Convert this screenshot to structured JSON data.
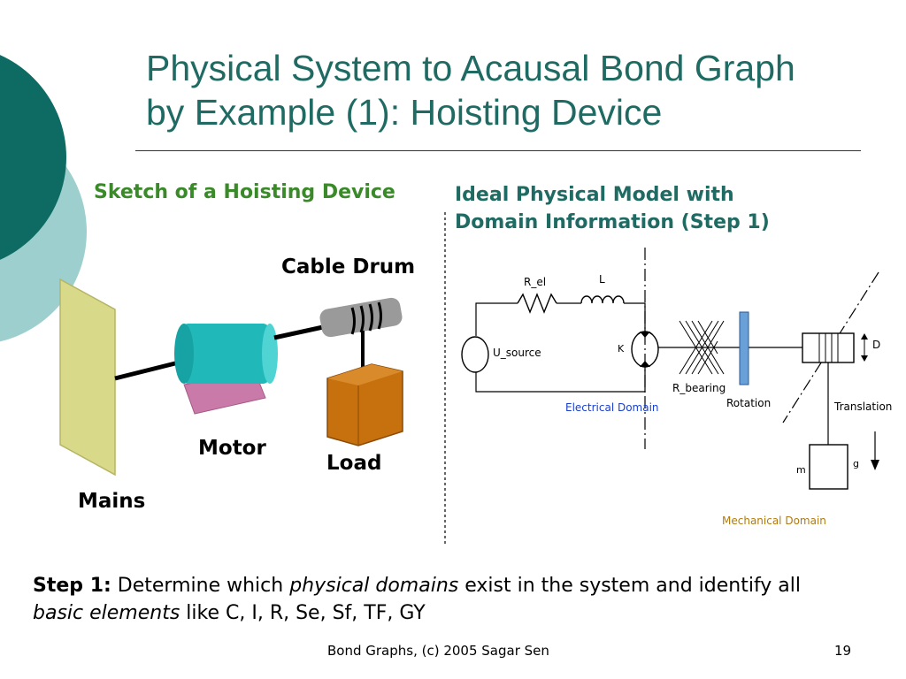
{
  "slide": {
    "title_line1": "Physical System to Acausal Bond Graph",
    "title_line2": "by Example (1): Hoisting Device",
    "left_heading": "Sketch of a Hoisting Device",
    "right_heading_line1": "Ideal Physical Model with",
    "right_heading_line2": "Domain Information (Step 1)",
    "colors": {
      "title": "#1f6b63",
      "left_heading": "#3a8a2a",
      "deco_dark": "#0e6b63",
      "deco_light": "#9ccfcd"
    }
  },
  "sketch": {
    "cable_drum": "Cable Drum",
    "motor": "Motor",
    "load": "Load",
    "mains": "Mains"
  },
  "model": {
    "r_el": "R_el",
    "l": "L",
    "u_source": "U_source",
    "k": "K",
    "r_bearing": "R_bearing",
    "rotation": "Rotation",
    "d": "D",
    "translation": "Translation",
    "electrical_domain": "Electrical Domain",
    "mechanical_domain": "Mechanical Domain",
    "m": "m",
    "g": "g"
  },
  "step": {
    "label": "Step 1:",
    "text_a": " Determine which ",
    "em_a": "physical domains",
    "text_b": " exist in the system and identify all ",
    "em_b": "basic elements",
    "text_c": " like C, I, R, Se, Sf, TF, GY"
  },
  "footer": {
    "credit": "Bond Graphs, (c) 2005 Sagar Sen",
    "page": "19"
  }
}
